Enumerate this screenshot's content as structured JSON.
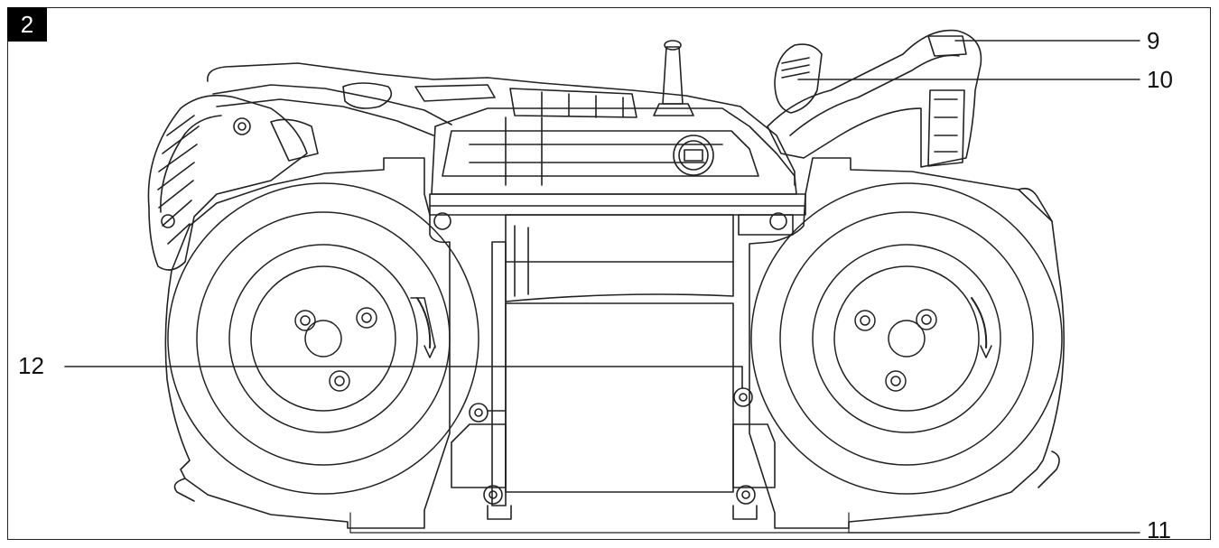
{
  "figure": {
    "number": "2"
  },
  "callouts": [
    {
      "label": "9"
    },
    {
      "label": "10"
    },
    {
      "label": "11"
    },
    {
      "label": "12"
    }
  ],
  "colors": {
    "line": "#222222",
    "badge_bg": "#000000",
    "badge_fg": "#ffffff",
    "background": "#ffffff"
  }
}
